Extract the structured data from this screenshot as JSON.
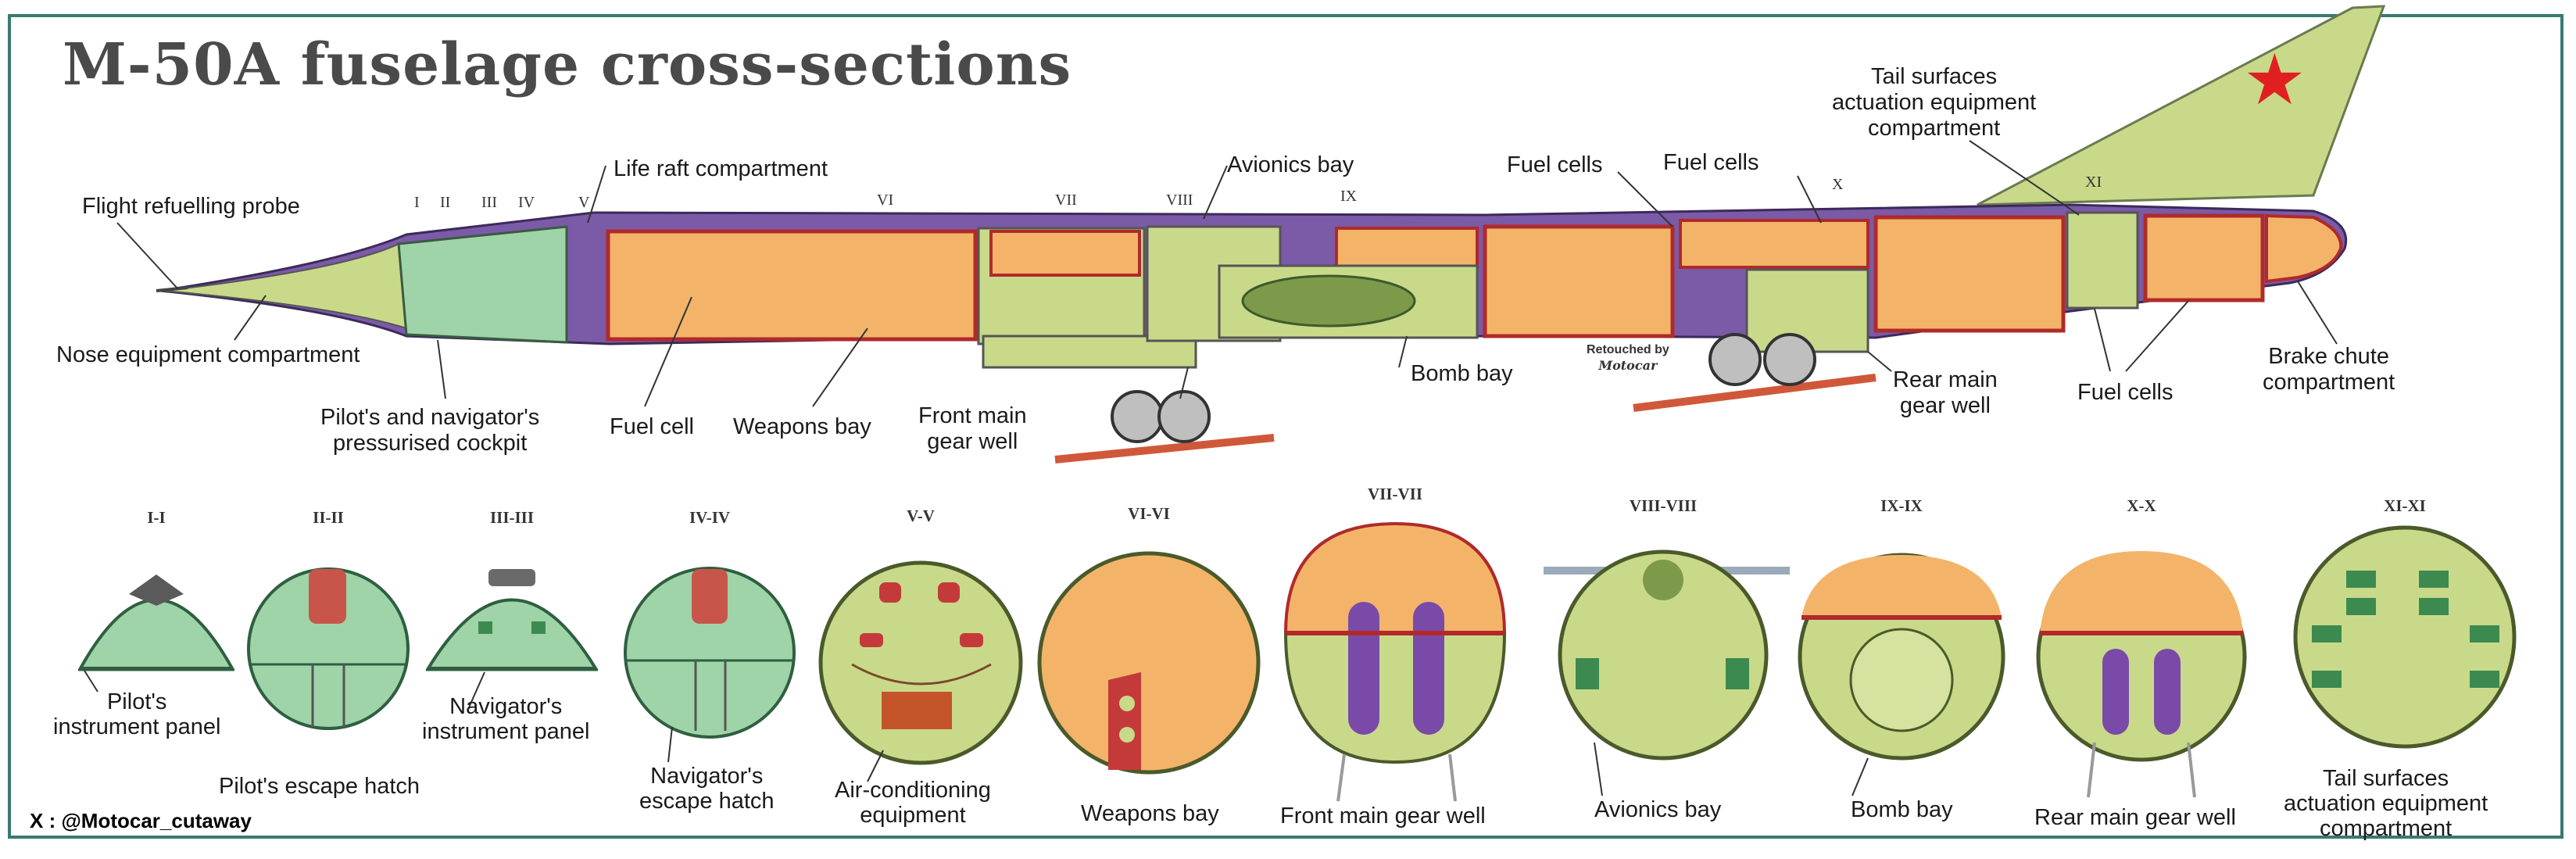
{
  "title": "M-50A fuselage cross-sections",
  "credit": "X : @Motocar_cutaway",
  "retouch": {
    "line1": "Retouched by",
    "line2": "Motocar"
  },
  "star_icon": "red-star-icon",
  "colors": {
    "frame": "#3a7a70",
    "fuel": "#f3b46a",
    "fuel_edge": "#b02a2a",
    "bay": "#c9d98a",
    "cockpit": "#9fd3a8",
    "skin": "#7b5aa8",
    "star": "#e02020"
  },
  "station_marks": [
    "I",
    "II",
    "III",
    "IV",
    "V",
    "VI",
    "VII",
    "VIII",
    "IX",
    "X",
    "XI"
  ],
  "callouts": {
    "flight_refuelling_probe": "Flight refuelling probe",
    "nose_equipment": "Nose equipment compartment",
    "pilots_cockpit": [
      "Pilot's and navigator's",
      "pressurised cockpit"
    ],
    "life_raft": "Life raft compartment",
    "fuel_cell": "Fuel cell",
    "weapons_bay": "Weapons bay",
    "front_main_gear_well": [
      "Front main",
      "gear well"
    ],
    "avionics_bay": "Avionics bay",
    "bomb_bay": "Bomb bay",
    "fuel_cells_a": "Fuel cells",
    "fuel_cells_b": "Fuel cells",
    "rear_main_gear_well": [
      "Rear main",
      "gear well"
    ],
    "tail_surfaces": [
      "Tail surfaces",
      "actuation equipment",
      "compartment"
    ],
    "fuel_cells_c": "Fuel cells",
    "brake_chute": [
      "Brake chute",
      "compartment"
    ]
  },
  "sections": [
    {
      "heading": "I-I",
      "label": [
        "Pilot's",
        "instrument panel"
      ]
    },
    {
      "heading": "II-II",
      "label": [
        "Pilot's escape hatch"
      ]
    },
    {
      "heading": "III-III",
      "label": [
        "Navigator's",
        "instrument panel"
      ]
    },
    {
      "heading": "IV-IV",
      "label": [
        "Navigator's",
        "escape hatch"
      ]
    },
    {
      "heading": "V-V",
      "label": [
        "Air-conditioning",
        "equipment"
      ]
    },
    {
      "heading": "VI-VI",
      "label": [
        "Weapons bay"
      ]
    },
    {
      "heading": "VII-VII",
      "label": [
        "Front main gear well"
      ]
    },
    {
      "heading": "VIII-VIII",
      "label": [
        "Avionics bay"
      ]
    },
    {
      "heading": "IX-IX",
      "label": [
        "Bomb bay"
      ]
    },
    {
      "heading": "X-X",
      "label": [
        "Rear main gear well"
      ]
    },
    {
      "heading": "XI-XI",
      "label": [
        "Tail surfaces",
        "actuation equipment",
        "compartment"
      ]
    }
  ]
}
